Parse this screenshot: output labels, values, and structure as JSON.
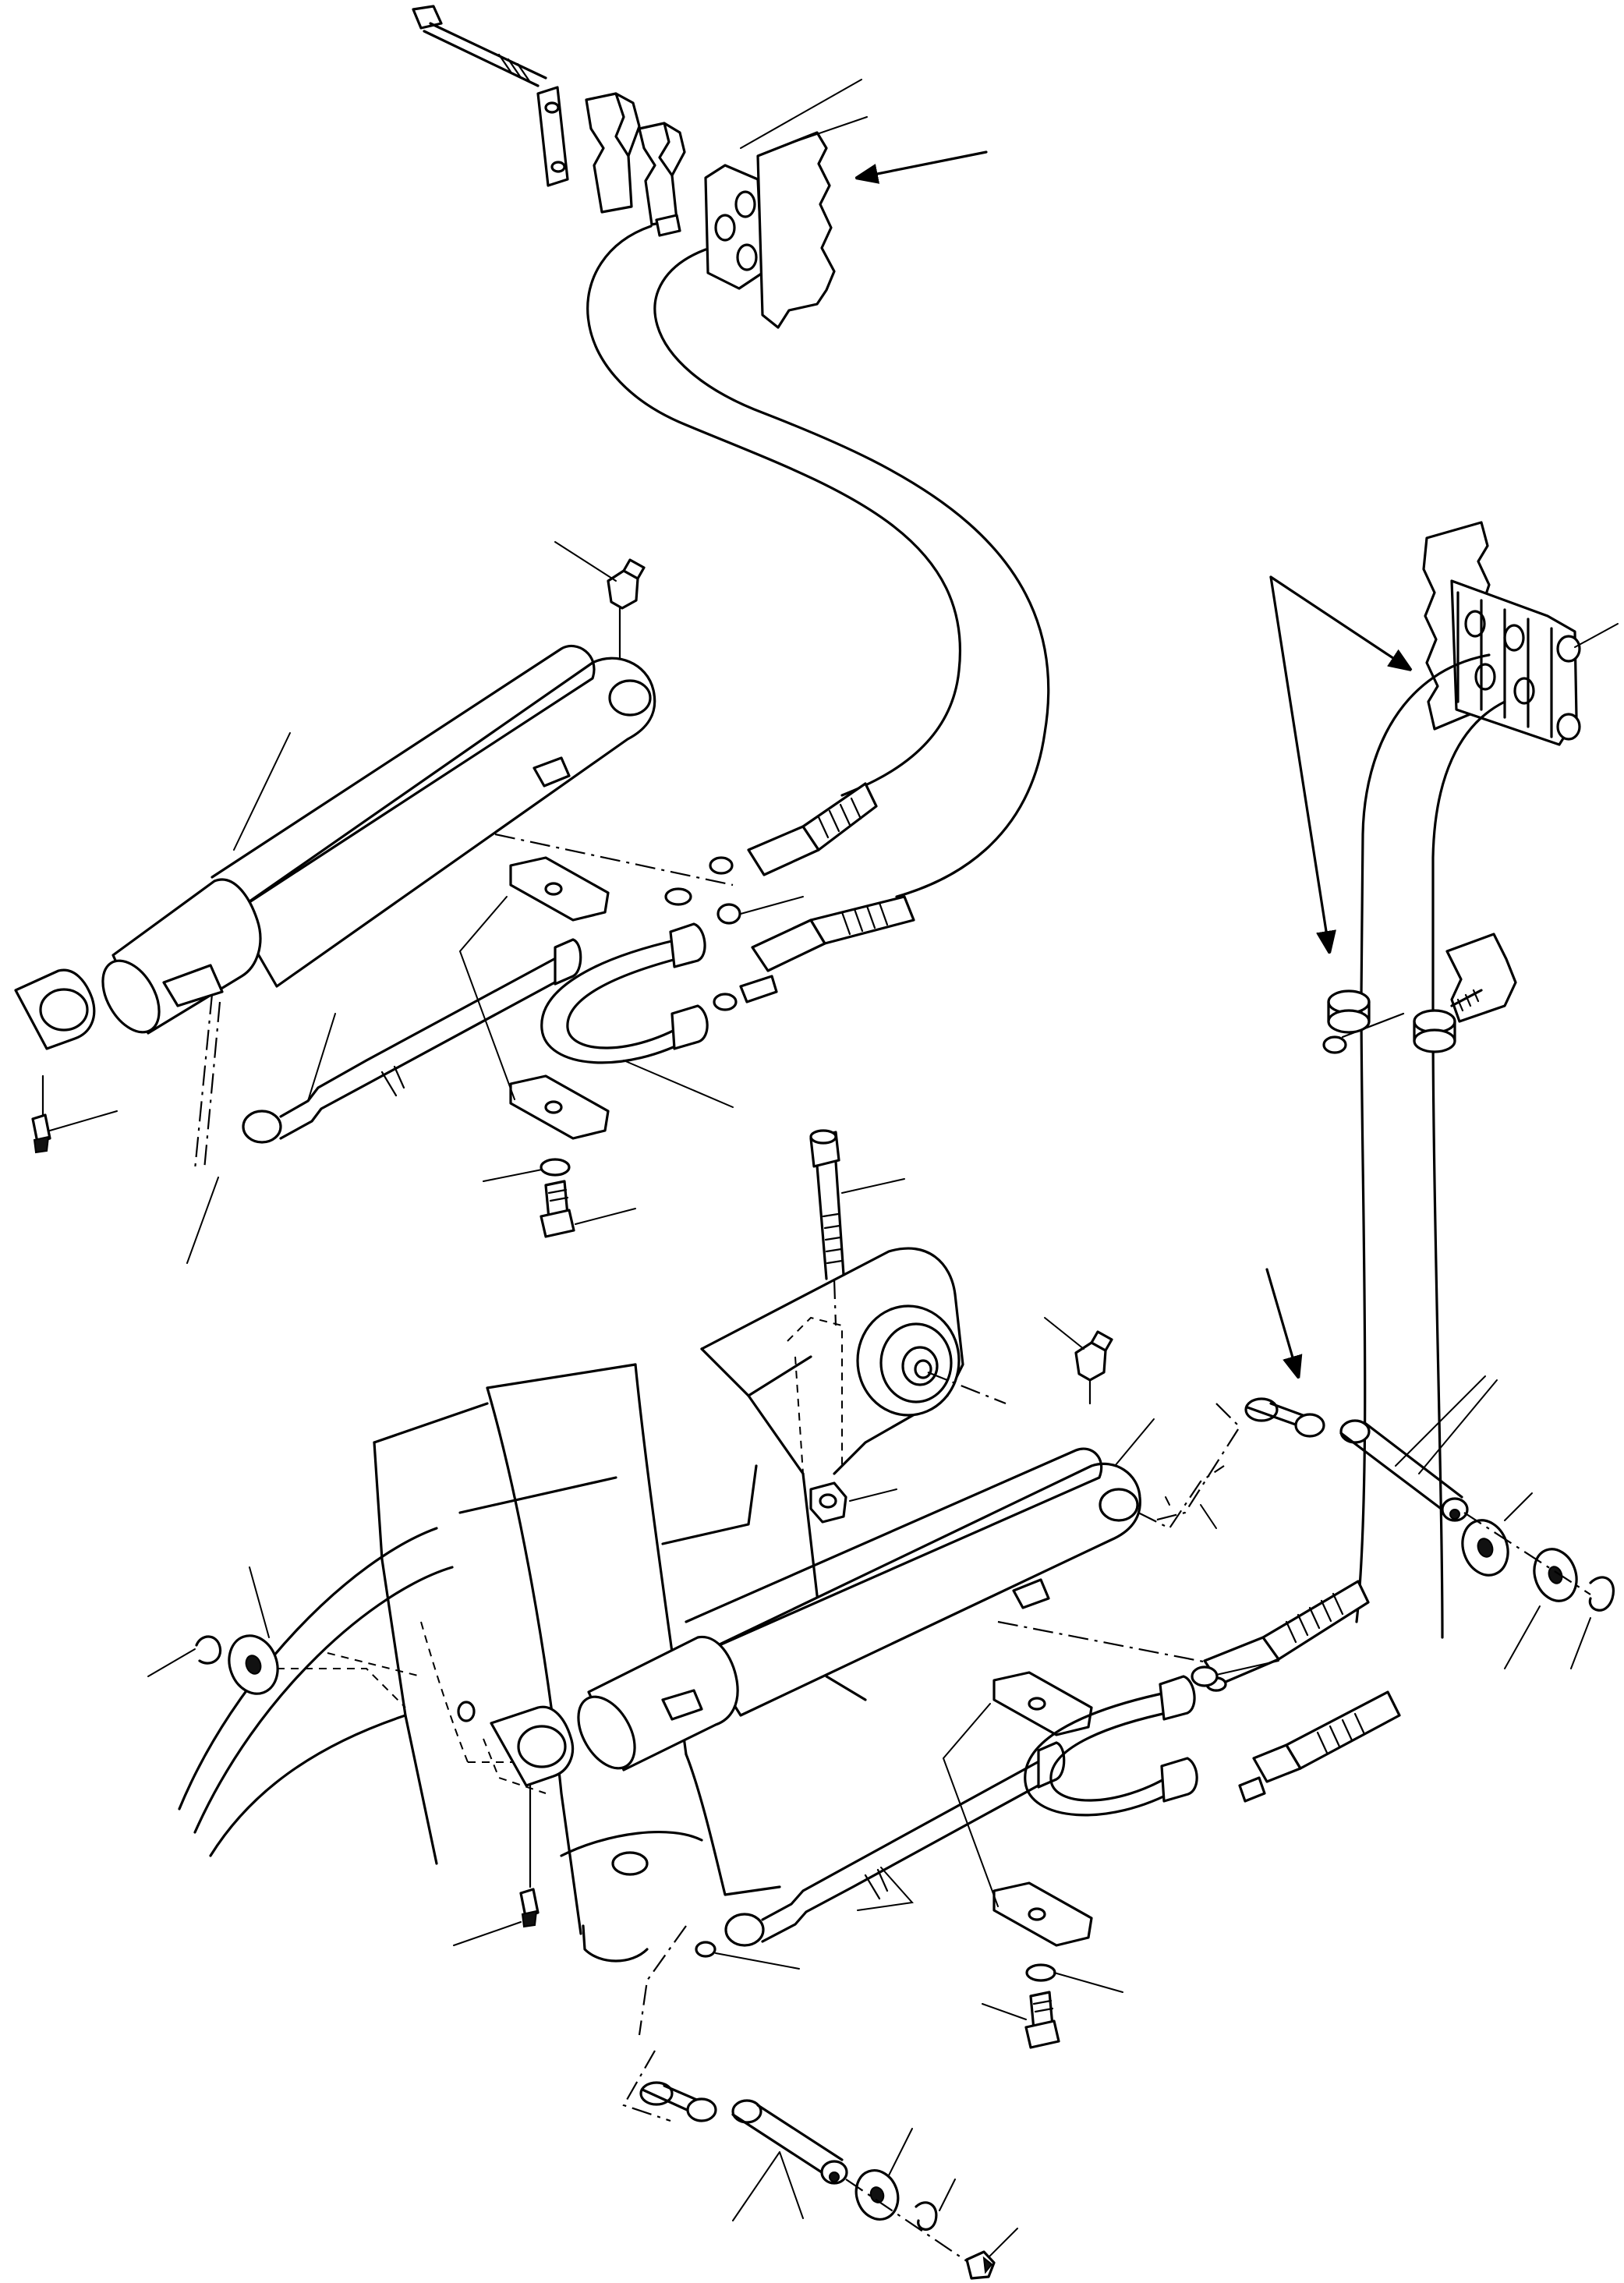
{
  "figure": {
    "page_color": "#ffffff",
    "line_color": "#000000",
    "parts": [
      "lift-cylinder-upper",
      "lift-cylinder-lower",
      "hydraulic-hose-pair",
      "hose-clamp-block",
      "hose-bracket",
      "grease-nipple",
      "mounting-bolt",
      "pivot-pin",
      "pin-bushing",
      "washer",
      "snap-ring",
      "steel-tube",
      "u-tube",
      "tube-clamp",
      "hose-fitting",
      "o-ring"
    ]
  }
}
